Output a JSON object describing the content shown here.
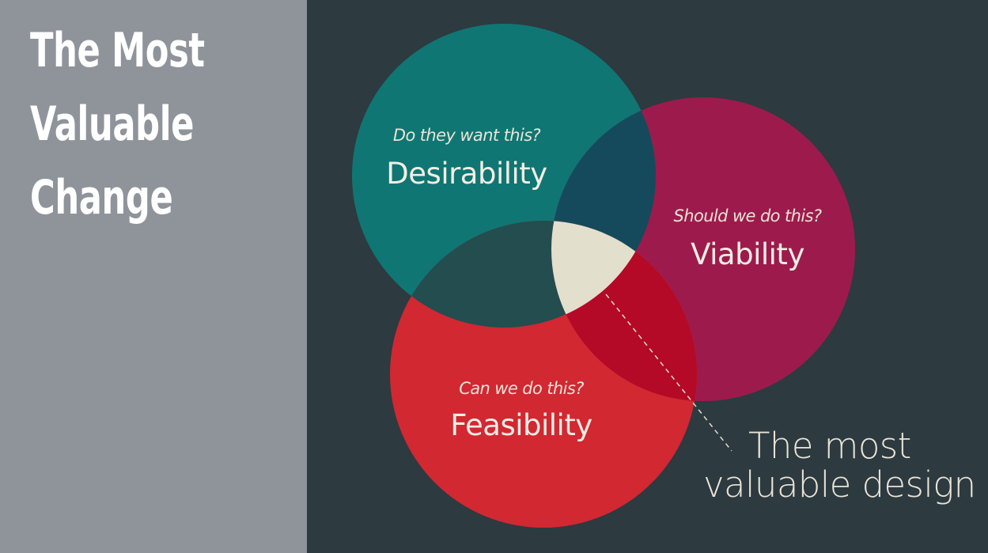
{
  "slide": {
    "title_lines": [
      "The Most",
      "Valuable",
      "Change"
    ]
  },
  "diagram": {
    "circles": [
      {
        "question": "Do they want this?",
        "label": "Desirability",
        "color": "#0f7673"
      },
      {
        "question": "Should we do this?",
        "label": "Viability",
        "color": "#9d1b4c"
      },
      {
        "question": "Can we do this?",
        "label": "Feasibility",
        "color": "#d12832"
      }
    ],
    "overlap_colors": {
      "desirability_viability": "#154a5c",
      "desirability_feasibility": "#234d4f",
      "viability_feasibility": "#b40a27",
      "center": "#e3dfcd"
    },
    "callout_lines": [
      "The most",
      "valuable design"
    ]
  },
  "colors": {
    "left_background": "#8f949b",
    "right_background": "#2d3a40",
    "title_text": "#ffffff",
    "diagram_text": "#e9e4d6"
  }
}
